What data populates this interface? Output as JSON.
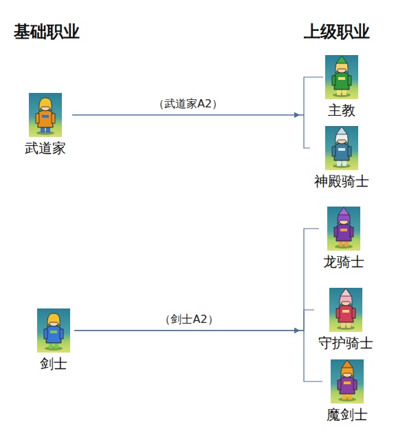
{
  "diagram": {
    "nodes": [
      {
        "text": [
          "武道家"
        ]
      },
      {
        "text": [
          "主教"
        ]
      },
      {
        "text": [
          "神殿骑士"
        ]
      },
      {
        "text": [
          "剑士"
        ]
      },
      {
        "text": [
          "龙骑士"
        ]
      },
      {
        "text": [
          "守护骑士"
        ]
      },
      {
        "text": [
          "魔剑士"
        ]
      }
    ],
    "edges": [
      {
        "from": 0,
        "to": 1,
        "arrow": "to",
        "label": "（武道家A2）"
      },
      {
        "from": 0,
        "to": 2,
        "arrow": "to"
      },
      {
        "from": 3,
        "to": 4,
        "arrow": "to",
        "label": "（剑士A2）"
      },
      {
        "from": 3,
        "to": 5,
        "arrow": "to"
      },
      {
        "from": 3,
        "to": 6,
        "arrow": "to"
      }
    ],
    "labels": [
      "基础职业",
      "上级职业"
    ]
  }
}
